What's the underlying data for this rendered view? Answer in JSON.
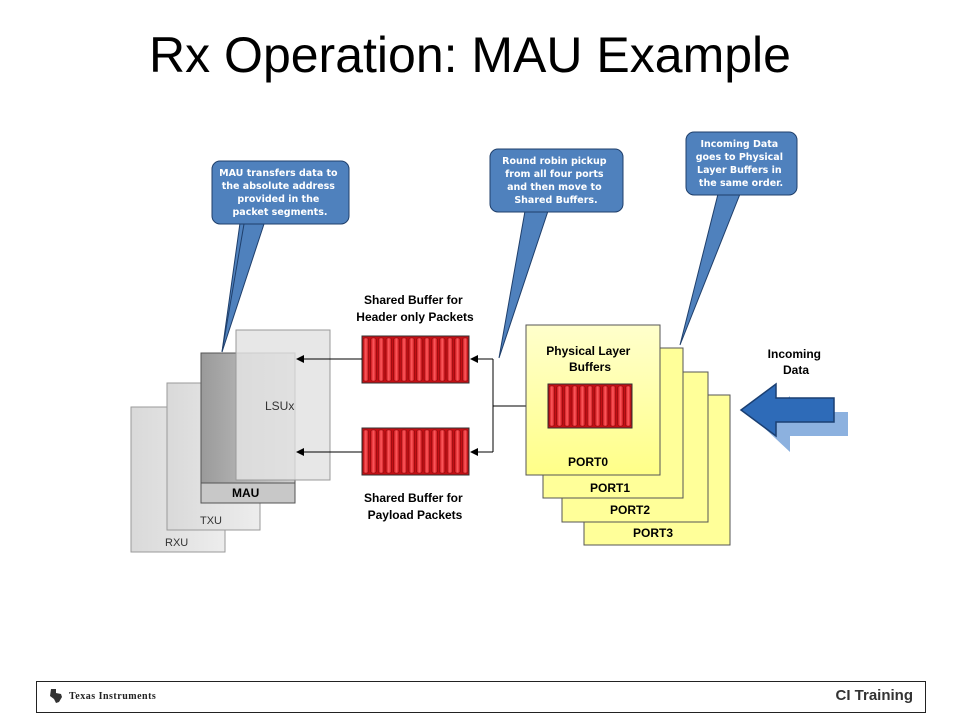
{
  "title": "Rx Operation: MAU Example",
  "callouts": {
    "mau": "MAU transfers data to the absolute address provided in the packet segments.",
    "round_robin": "Round robin pickup from all four ports and then move to Shared Buffers.",
    "incoming": "Incoming Data goes to Physical Layer Buffers in the same order."
  },
  "callout_lines": {
    "mau": [
      "MAU transfers data to",
      "the absolute address",
      "provided in the",
      "packet segments."
    ],
    "round_robin": [
      "Round robin pickup",
      "from all four ports",
      "and then move to",
      "Shared Buffers."
    ],
    "incoming": [
      "Incoming Data",
      "goes to Physical",
      "Layer Buffers in",
      "the same order."
    ]
  },
  "units": {
    "rxu": "RXU",
    "txu": "TXU",
    "mau": "MAU",
    "lsux": "LSUx"
  },
  "shared_buffers": {
    "header_label": [
      "Shared Buffer for",
      "Header only Packets"
    ],
    "payload_label": [
      "Shared Buffer for",
      "Payload Packets"
    ]
  },
  "phy": {
    "label": [
      "Physical Layer",
      "Buffers"
    ],
    "ports": [
      "PORT0",
      "PORT1",
      "PORT2",
      "PORT3"
    ]
  },
  "incoming_data": [
    "Incoming",
    "Data"
  ],
  "footer": {
    "logo_text": "Texas Instruments",
    "training": "CI Training"
  },
  "colors": {
    "callout_fill": "#4f81bd",
    "buffer_red": "#e8262b",
    "port_yellow": "#ffff99",
    "arrow_blue": "#2e6bb8"
  }
}
